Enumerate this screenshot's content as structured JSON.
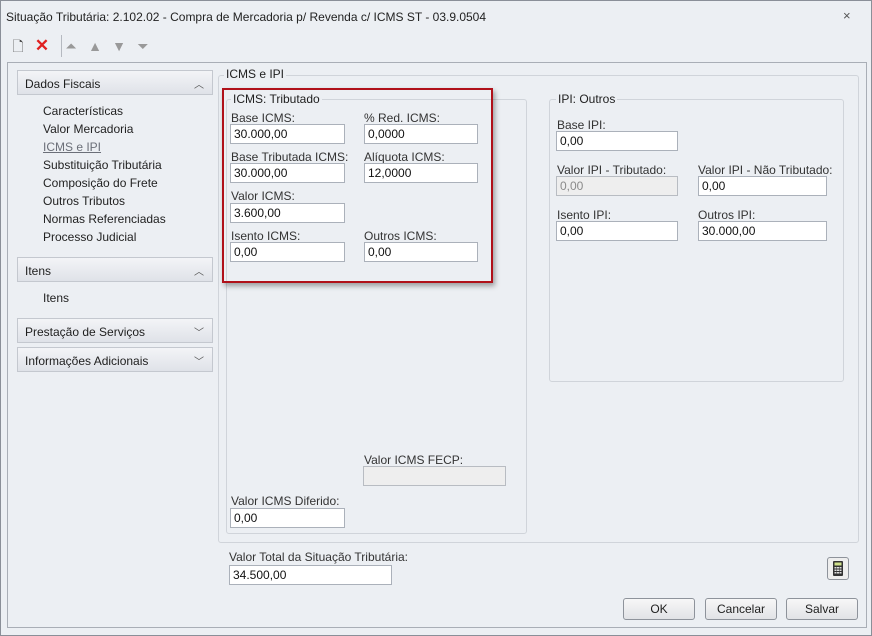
{
  "window": {
    "title": "Situação Tributária: 2.102.02 - Compra de Mercadoria p/ Revenda c/ ICMS ST - 03.9.0504",
    "close": "×"
  },
  "toolbar": {
    "new": "new-document-icon",
    "delete": "delete-icon",
    "first": "first-icon",
    "prev": "previous-icon",
    "next": "next-icon",
    "last": "last-icon"
  },
  "sidebar": {
    "sections": [
      {
        "label": "Dados Fiscais",
        "items": [
          "Características",
          "Valor Mercadoria",
          "ICMS e IPI",
          "Substituição Tributária",
          "Composição do Frete",
          "Outros Tributos",
          "Normas Referenciadas",
          "Processo Judicial"
        ]
      },
      {
        "label": "Itens",
        "items": [
          "Itens"
        ]
      },
      {
        "label": "Prestação de Serviços"
      },
      {
        "label": "Informações Adicionais"
      }
    ]
  },
  "main": {
    "group_title": "ICMS e IPI",
    "icms": {
      "title": "ICMS: Tributado",
      "base_label": "Base ICMS:",
      "base": "30.000,00",
      "red_label": "% Red. ICMS:",
      "red": "0,0000",
      "base_trib_label": "Base Tributada ICMS:",
      "base_trib": "30.000,00",
      "aliq_label": "Alíquota ICMS:",
      "aliq": "12,0000",
      "valor_label": "Valor ICMS:",
      "valor": "3.600,00",
      "isento_label": "Isento ICMS:",
      "isento": "0,00",
      "outros_label": "Outros ICMS:",
      "outros": "0,00",
      "fecp_label": "Valor ICMS FECP:",
      "fecp": "",
      "diferido_label": "Valor ICMS Diferido:",
      "diferido": "0,00"
    },
    "ipi": {
      "title": "IPI: Outros",
      "base_label": "Base IPI:",
      "base": "0,00",
      "trib_label": "Valor IPI - Tributado:",
      "trib": "0,00",
      "nao_trib_label": "Valor IPI - Não Tributado:",
      "nao_trib": "0,00",
      "isento_label": "Isento IPI:",
      "isento": "0,00",
      "outros_label": "Outros IPI:",
      "outros": "30.000,00"
    },
    "total_label": "Valor Total da Situação Tributária:",
    "total": "34.500,00"
  },
  "buttons": {
    "ok": "OK",
    "cancel": "Cancelar",
    "save": "Salvar"
  }
}
